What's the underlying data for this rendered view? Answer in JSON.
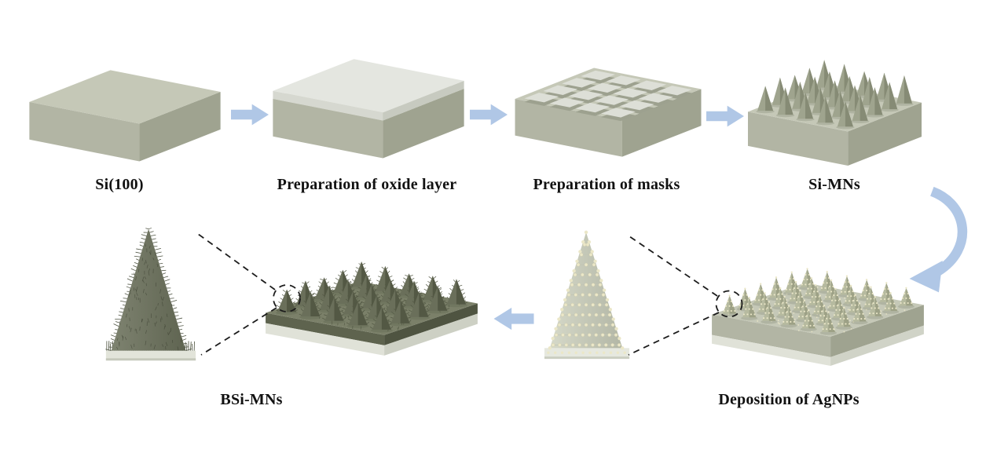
{
  "figure": {
    "background": "#ffffff",
    "steps": {
      "si": {
        "label": "Si(100)"
      },
      "oxide": {
        "label": "Preparation of oxide layer"
      },
      "masks": {
        "label": "Preparation of masks"
      },
      "simns": {
        "label": "Si-MNs"
      },
      "agnps": {
        "label": "Deposition of AgNPs"
      },
      "bsimns": {
        "label": "BSi-MNs"
      }
    },
    "colors": {
      "arrow": "#b0c7e6",
      "block_top": "#c5c8b7",
      "block_left": "#b2b5a4",
      "block_right": "#9fa390",
      "oxide_layer": "#e4e6e0",
      "mask_pad": "#dddfd7",
      "cone": "#9fa48e",
      "cone_shade": "#868b75",
      "agnps_cone": "#b6ba9f",
      "agnps_cone_shade": "#9da186",
      "nanoparticle": "#ebe7c8",
      "dark_cone": "#6a6f5a",
      "dark_cone_shade": "#535844",
      "substrate": "#e0e2d8",
      "dashed": "#1c1c1c"
    }
  }
}
